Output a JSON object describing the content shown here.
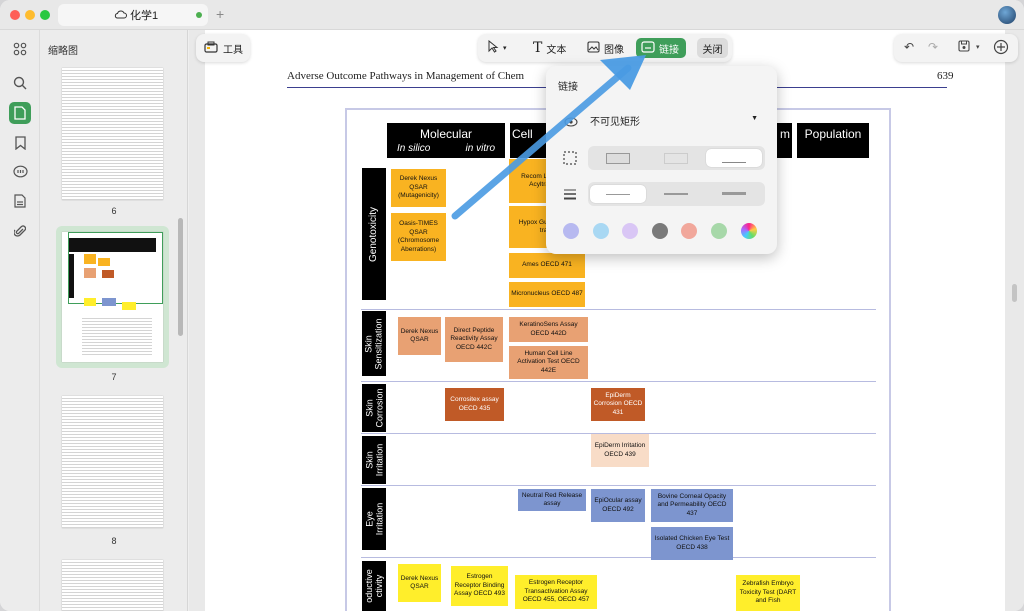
{
  "window": {
    "tab_title": "化学1",
    "colors": {
      "accent": "#3f9e5a",
      "sidebar": "#ececec",
      "arrow": "#4a9be3"
    }
  },
  "sidebar": {
    "title": "缩略图",
    "rail_icons": [
      "grid-icon",
      "search-icon",
      "page-icon",
      "bookmark-icon",
      "comment-icon",
      "form-icon",
      "attachment-icon"
    ],
    "pages": [
      {
        "label": "6"
      },
      {
        "label": "7"
      },
      {
        "label": "8"
      }
    ]
  },
  "toolbar": {
    "tools_label": "工具",
    "text_label": "文本",
    "image_label": "图像",
    "link_label": "链接",
    "close_label": "关闭"
  },
  "link_popup": {
    "title": "链接",
    "style_value": "不可见矩形",
    "colors": [
      "#b7b9f0",
      "#a9d8f3",
      "#d9c6f5",
      "#7a7a7a",
      "#f1a79b",
      "#a7d8a9",
      "rainbow"
    ]
  },
  "document": {
    "header": "Adverse Outcome Pathways in Management of Chem",
    "page_number": "639",
    "columns": {
      "molecular": "Molecular",
      "in_silico": "In silico",
      "in_vitro": "in vitro",
      "cell": "Cell",
      "organism_partial": "m",
      "population": "Population"
    },
    "rows": {
      "genotoxicity": "Genotoxicity",
      "skin_sensitization": "Skin Sensitization",
      "skin_corrosion": "Skin Corrosion",
      "skin_irritation": "Skin Irritation",
      "eye_irritation": "Eye Irritation",
      "reproductive": "oductive ctivity"
    },
    "boxes": {
      "derek_mutagenicity": "Derek Nexus QSAR (Mutagenicity)",
      "oasis_times": "Oasis-TIMES QSAR (Chromosome Aberrations)",
      "recombinant": "Recom Lecithin-C Acyltra OEC",
      "hypox": "Hypox Gua Phosph trans",
      "ames": "Ames OECD 471",
      "micronucleus": "Micronucleus OECD 487",
      "derek_qsar": "Derek Nexus QSAR",
      "dpra": "Direct Peptide Reactivity Assay OECD 442C",
      "keratinosens": "KeratinoSens Assay OECD 442D",
      "hclat": "Human Cell Line Activation Test OECD 442E",
      "corrositex": "Corrositex assay OECD 435",
      "epiderm_corrosion": "EpiDerm Corrosion OECD 431",
      "epiderm_irritation": "EpiDerm Irritation OECD 439",
      "neutral_red": "Neutral Red Release assay",
      "epiocular": "EpiOcular assay OECD 492",
      "bcop": "Bovine Corneal Opacity and Permeability OECD 437",
      "ice": "Isolated Chicken Eye Test OECD 438",
      "derek_repro": "Derek Nexus QSAR",
      "er_binding": "Estrogen Receptor Binding Assay OECD 493",
      "er_transactivation": "Estrogen Receptor Transactivation Assay OECD 455, OECD 457",
      "zebrafish": "Zebrafish Embryo Toxicity Test (DART and Fish"
    }
  }
}
